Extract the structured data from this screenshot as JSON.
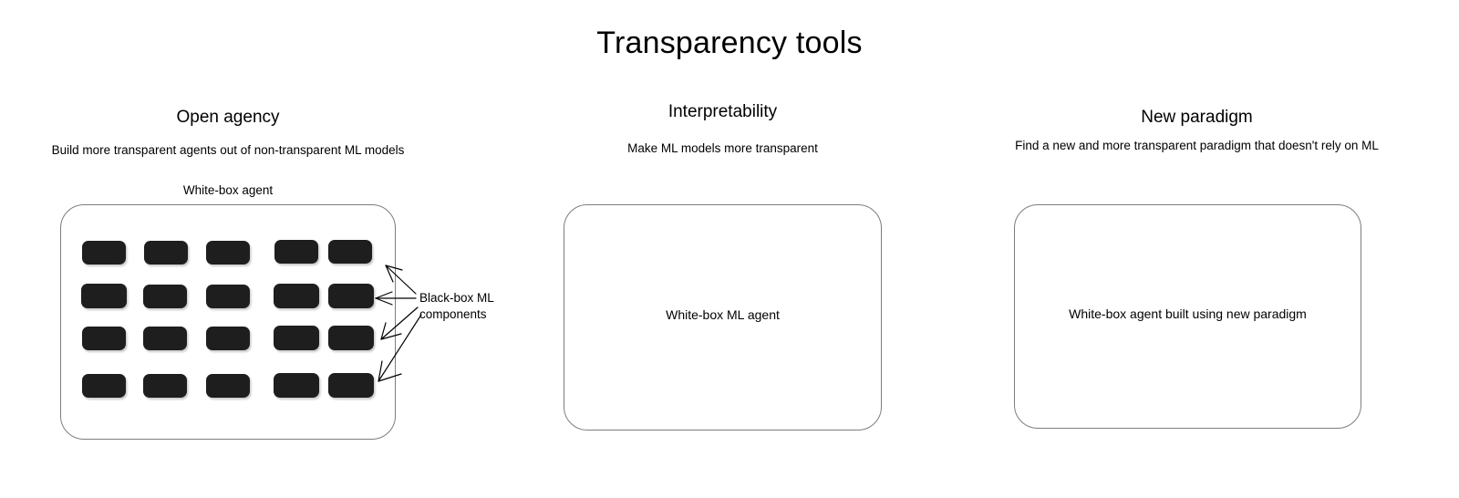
{
  "title": "Transparency tools",
  "background_color": "#ffffff",
  "chip_color": "#1e1e1e",
  "outline_color": "#7d7d7d",
  "columns": [
    {
      "id": "open-agency",
      "title": "Open agency",
      "subtitle": "Build more transparent agents out of non-transparent ML models",
      "caption": "White-box agent",
      "container_label": "",
      "grid": {
        "rows": 4,
        "cols": 5
      },
      "annotation": "Black-box ML\ncomponents"
    },
    {
      "id": "interpretability",
      "title": "Interpretability",
      "subtitle": "Make ML models more transparent",
      "caption": "",
      "container_label": "White-box ML agent"
    },
    {
      "id": "new-paradigm",
      "title": "New paradigm",
      "subtitle": "Find a new and more transparent paradigm that doesn't rely on ML",
      "caption": "",
      "container_label": "White-box agent built using new paradigm"
    }
  ]
}
